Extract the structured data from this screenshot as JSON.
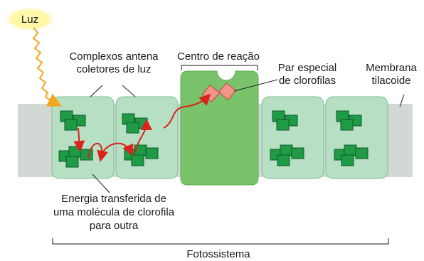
{
  "labels": {
    "luz": "Luz",
    "complexos_line1": "Complexos antena",
    "complexos_line2": "coletores de luz",
    "centro": "Centro de reação",
    "par_line1": "Par especial",
    "par_line2": "de clorofilas",
    "membrana_line1": "Membrana",
    "membrana_line2": "tilacoide",
    "energia_line1": "Energia transferida de",
    "energia_line2": "uma molécula de clorofila",
    "energia_line3": "para outra",
    "fotossistema": "Fotossistema"
  },
  "colors": {
    "membrane": "#d2d9d4",
    "antenna_complex": "#b6dfc3",
    "antenna_border": "#7fbf95",
    "reaction_center": "#79c46a",
    "chlorophyll": "#1f9a45",
    "chlorophyll_border": "#0f5a28",
    "special_pair": "#f3948a",
    "energy_arrow": "#d9231c",
    "light_ray": "#f2a81d",
    "sun_glow": "#fff7a8"
  }
}
